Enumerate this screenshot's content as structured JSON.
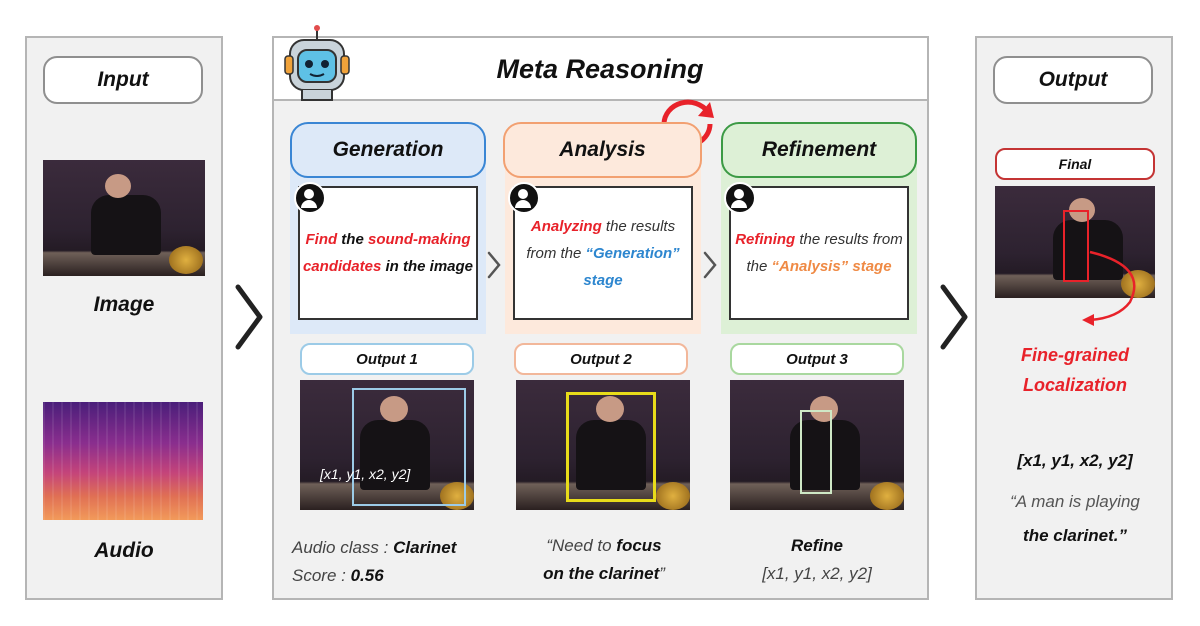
{
  "input": {
    "title": "Input",
    "image_label": "Image",
    "audio_label": "Audio"
  },
  "meta": {
    "title": "Meta Reasoning",
    "stages": [
      {
        "title": "Generation",
        "text_parts": [
          "Find",
          " the ",
          "sound-making",
          " ",
          "candidates",
          " in the image"
        ],
        "output": "Output 1",
        "box_label": "[x1, y1, x2, y2]"
      },
      {
        "title": "Analysis",
        "text_parts": [
          "Analyzing",
          " the results from the ",
          "“Generation”",
          " stage"
        ],
        "output": "Output 2"
      },
      {
        "title": "Refinement",
        "text_parts": [
          "Refining",
          " the results from the ",
          "“Analysis”",
          " stage"
        ],
        "output": "Output 3"
      }
    ],
    "notes": {
      "audio_class_label": "Audio class : ",
      "audio_class_value": "Clarinet",
      "score_label": "Score : ",
      "score_value": "0.56",
      "quote_open": "“Need to ",
      "quote_focus": "focus",
      "quote_on": "on the ",
      "quote_clarinet": "clarinet",
      "quote_close": "”",
      "refine_title": "Refine",
      "refine_coords": "[x1, y1, x2, y2]"
    }
  },
  "output": {
    "title": "Output",
    "final_label": "Final",
    "fine_line1": "Fine-grained",
    "fine_line2": "Localization",
    "coords": "[x1, y1, x2, y2]",
    "caption_line1": "“A man is playing",
    "caption_line2": "the clarinet.”"
  },
  "colors": {
    "generation_border": "#3a86d4",
    "generation_fill": "#dde9f8",
    "analysis_border": "#f2a071",
    "analysis_fill": "#fde9dc",
    "refinement_border": "#3c9a45",
    "refinement_fill": "#ddf0d6",
    "accent_red": "#e8222a",
    "box_yellow": "#e8dc1a",
    "box_blue": "#9ccbe7",
    "box_green": "#cfe8c6"
  }
}
